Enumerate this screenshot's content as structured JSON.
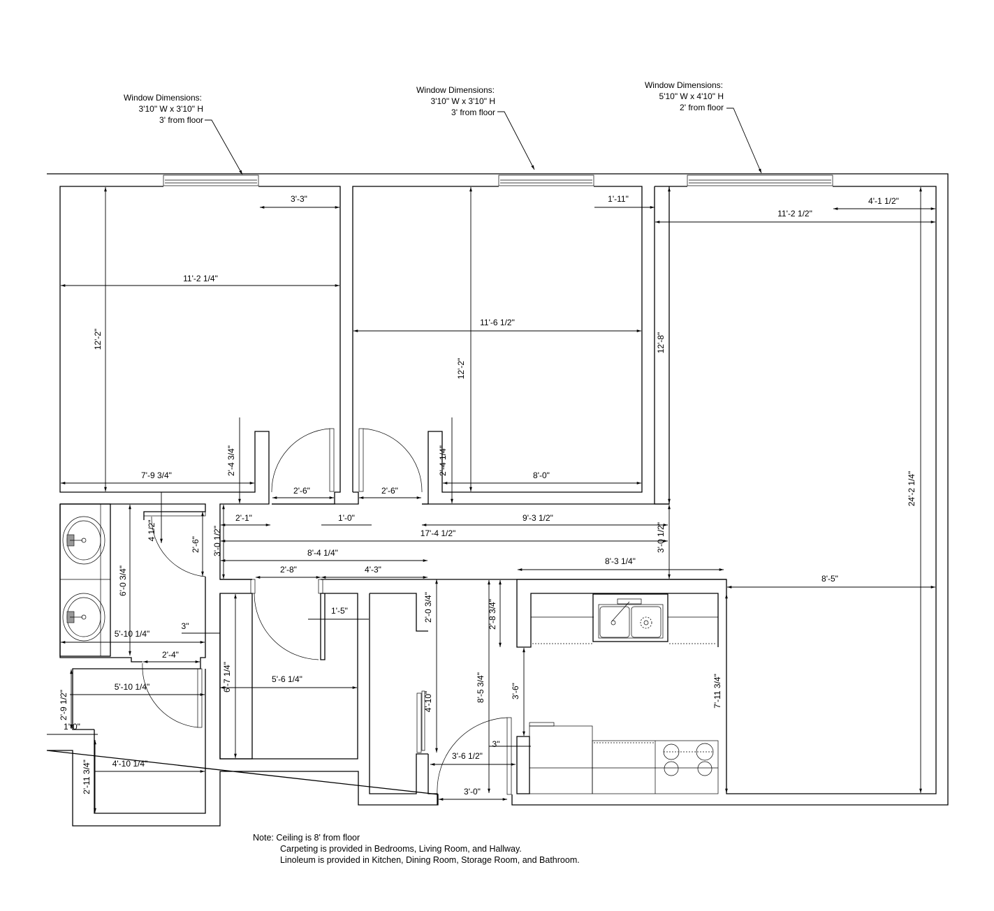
{
  "window_notes": [
    {
      "title": "Window Dimensions:",
      "size": "3'10\" W x 3'10\" H",
      "height": "3' from floor"
    },
    {
      "title": "Window Dimensions:",
      "size": "3'10\" W x 3'10\" H",
      "height": "3' from floor"
    },
    {
      "title": "Window Dimensions:",
      "size": "5'10\" W x 4'10\" H",
      "height": "2' from floor"
    }
  ],
  "dimensions": [
    "3'-3\"",
    "1'-11\"",
    "4'-1 1/2\"",
    "11'-2 1/2\"",
    "11'-2 1/4\"",
    "11'-6 1/2\"",
    "7'-9 3/4\"",
    "8'-0\"",
    "2'-6\"",
    "2'-6\"",
    "2'-1\"",
    "1'-0\"",
    "9'-3 1/2\"",
    "17'-4 1/2\"",
    "8'-4 1/4\"",
    "8'-3 1/4\"",
    "2'-8\"",
    "4'-3\"",
    "8'-5\"",
    "1'-5\"",
    "3\"",
    "5'-10 1/4\"",
    "2'-4\"",
    "5'-6 1/4\"",
    "5'-10 1/4\"",
    "1'-0\"",
    "3\"",
    "3'-6 1/2\"",
    "4'-10 1/4\"",
    "3'-0\"",
    "12'-2\"",
    "12'-2\"",
    "12'-8\"",
    "24'-2 1/4\"",
    "2'-4 3/4\"",
    "2'-4 1/4\"",
    "4 1/2\"",
    "2'-6\"",
    "3'-0 1/2\"",
    "3'-0 1/2\"",
    "6'-0 3/4\"",
    "2'-0 3/4\"",
    "2'-8 3/4\"",
    "2'-9 1/2\"",
    "6'-7 1/4\"",
    "4'-10\"",
    "8'-5 3/4\"",
    "3'-6\"",
    "7'-11 3/4\"",
    "2'-11 3/4\""
  ],
  "note": {
    "line1": "Note: Ceiling is 8' from floor",
    "line2": "Carpeting is provided in Bedrooms, Living Room, and Hallway.",
    "line3": "Linoleum is provided in Kitchen, Dining Room, Storage Room, and Bathroom."
  }
}
